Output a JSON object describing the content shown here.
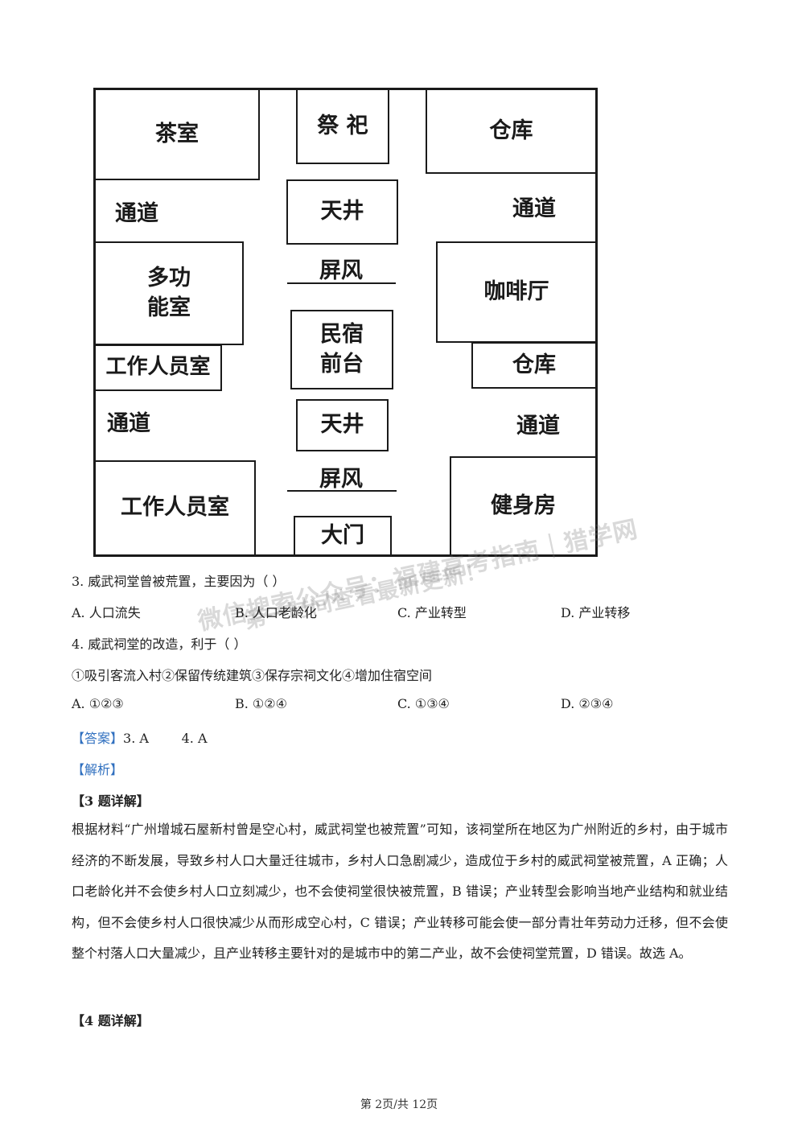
{
  "plan": {
    "tea_room": "茶室",
    "worship": "祭 祀",
    "warehouse_top": "仓库",
    "passage_left_1": "通道",
    "patio_1": "天井",
    "passage_right_1": "通道",
    "screen_1": "屏风",
    "multi_room_line1": "多功",
    "multi_room_line2": "能室",
    "cafe": "咖啡厅",
    "reception_line1": "民宿",
    "reception_line2": "前台",
    "staff_room_1": "工作人员室",
    "warehouse_mid": "仓库",
    "passage_left_2": "通道",
    "patio_2": "天井",
    "passage_right_2": "通道",
    "screen_2": "屏风",
    "staff_room_2": "工作人员室",
    "gym": "健身房",
    "gate": "大门"
  },
  "watermark": {
    "line1": "微信搜索公众号：福建高考指南｜猎学网",
    "line2": "第一时间查看最新更新！"
  },
  "q3": {
    "stem": "3.  威武祠堂曾被荒置，主要因为（      ）",
    "a": "A.  人口流失",
    "b": "B.  人口老龄化",
    "c": "C.  产业转型",
    "d": "D.  产业转移"
  },
  "q4": {
    "stem": "4.  威武祠堂的改造，利于（      ）",
    "items": "①吸引客流入村②保留传统建筑③保存宗祠文化④增加住宿空间",
    "a": "A. ①②③",
    "b": "B. ①②④",
    "c": "C. ①③④",
    "d": "D. ②③④"
  },
  "answer": {
    "tag": "【答案】",
    "text": "3. A        4. A"
  },
  "analysis": {
    "tag": "【解析】"
  },
  "detail3": {
    "title": "【3 题详解】",
    "body": "根据材料“广州增城石屋新村曾是空心村，威武祠堂也被荒置”可知，该祠堂所在地区为广州附近的乡村，由于城市经济的不断发展，导致乡村人口大量迁往城市，乡村人口急剧减少，造成位于乡村的威武祠堂被荒置，A 正确；人口老龄化并不会使乡村人口立刻减少，也不会使祠堂很快被荒置，B 错误；产业转型会影响当地产业结构和就业结构，但不会使乡村人口很快减少从而形成空心村，C 错误；产业转移可能会使一部分青壮年劳动力迁移，但不会使整个村落人口大量减少，且产业转移主要针对的是城市中的第二产业，故不会使祠堂荒置，D 错误。故选 A。"
  },
  "detail4": {
    "title": "【4 题详解】"
  },
  "footer": "第 2页/共 12页"
}
